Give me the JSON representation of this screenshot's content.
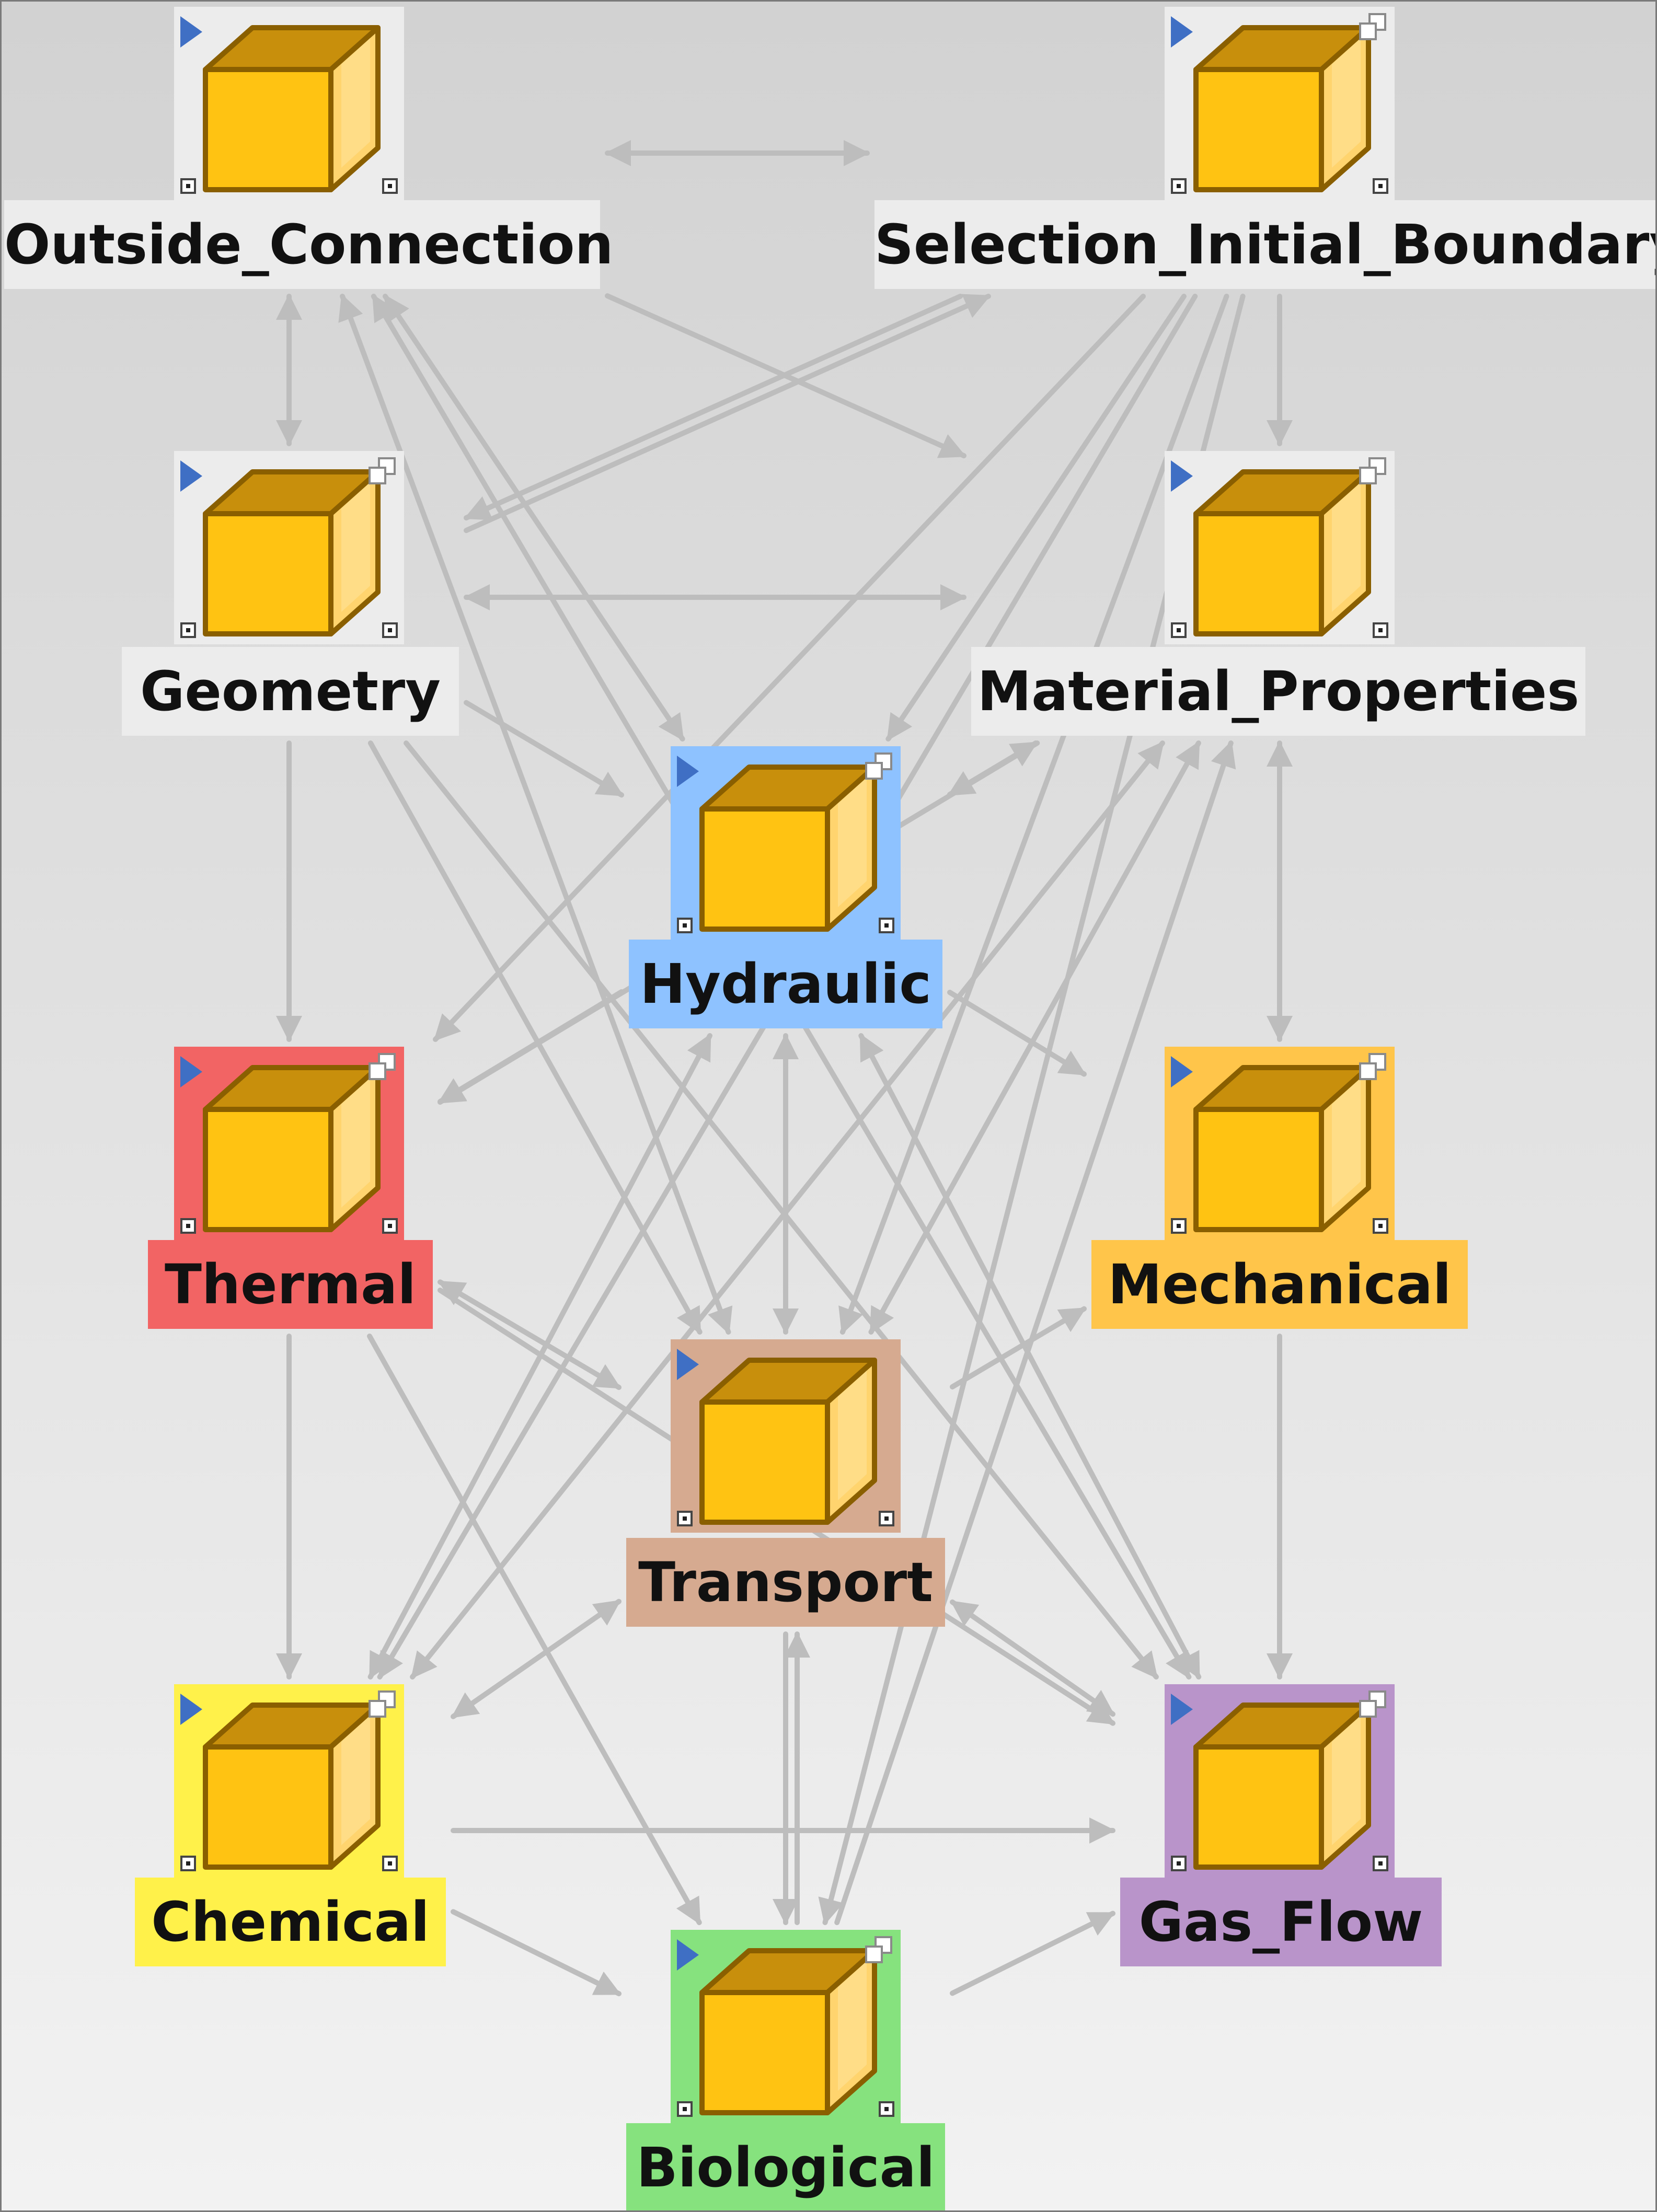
{
  "nodes": [
    {
      "id": "outside",
      "label": "Outside_Connection",
      "fill": "#ececec",
      "stack": false
    },
    {
      "id": "selection",
      "label": "Selection_Initial_Boundary",
      "fill": "#ececec",
      "stack": true
    },
    {
      "id": "geometry",
      "label": "Geometry",
      "fill": "#ececec",
      "stack": true
    },
    {
      "id": "material",
      "label": "Material_Properties",
      "fill": "#ececec",
      "stack": true
    },
    {
      "id": "hydraulic",
      "label": "Hydraulic",
      "fill": "#8ec2ff",
      "stack": true
    },
    {
      "id": "thermal",
      "label": "Thermal",
      "fill": "#f26464",
      "stack": true
    },
    {
      "id": "mechanical",
      "label": "Mechanical",
      "fill": "#ffc54a",
      "stack": true
    },
    {
      "id": "transport",
      "label": "Transport",
      "fill": "#d6aa90",
      "stack": false
    },
    {
      "id": "chemical",
      "label": "Chemical",
      "fill": "#fff14a",
      "stack": true
    },
    {
      "id": "gasflow",
      "label": "Gas_Flow",
      "fill": "#b994ca",
      "stack": true
    },
    {
      "id": "biological",
      "label": "Biological",
      "fill": "#86e27e",
      "stack": true
    }
  ],
  "edges": [
    {
      "from": "outside",
      "to": "selection",
      "bidirectional": true
    },
    {
      "from": "outside",
      "to": "geometry",
      "bidirectional": true
    },
    {
      "from": "outside",
      "to": "material",
      "bidirectional": false
    },
    {
      "from": "outside",
      "to": "hydraulic",
      "bidirectional": true
    },
    {
      "from": "outside",
      "to": "transport",
      "bidirectional": true
    },
    {
      "from": "outside",
      "to": "gasflow",
      "bidirectional": true
    },
    {
      "from": "selection",
      "to": "material",
      "bidirectional": false
    },
    {
      "from": "selection",
      "to": "geometry",
      "bidirectional": false
    },
    {
      "from": "selection",
      "to": "hydraulic",
      "bidirectional": false
    },
    {
      "from": "selection",
      "to": "thermal",
      "bidirectional": false
    },
    {
      "from": "selection",
      "to": "transport",
      "bidirectional": false
    },
    {
      "from": "selection",
      "to": "chemical",
      "bidirectional": false
    },
    {
      "from": "selection",
      "to": "biological",
      "bidirectional": false
    },
    {
      "from": "geometry",
      "to": "selection",
      "bidirectional": false
    },
    {
      "from": "geometry",
      "to": "material",
      "bidirectional": true
    },
    {
      "from": "geometry",
      "to": "thermal",
      "bidirectional": false
    },
    {
      "from": "geometry",
      "to": "hydraulic",
      "bidirectional": false
    },
    {
      "from": "geometry",
      "to": "transport",
      "bidirectional": false
    },
    {
      "from": "geometry",
      "to": "gasflow",
      "bidirectional": false
    },
    {
      "from": "material",
      "to": "mechanical",
      "bidirectional": true
    },
    {
      "from": "material",
      "to": "hydraulic",
      "bidirectional": true
    },
    {
      "from": "material",
      "to": "thermal",
      "bidirectional": false
    },
    {
      "from": "material",
      "to": "chemical",
      "bidirectional": true
    },
    {
      "from": "material",
      "to": "transport",
      "bidirectional": true
    },
    {
      "from": "hydraulic",
      "to": "thermal",
      "bidirectional": false
    },
    {
      "from": "hydraulic",
      "to": "transport",
      "bidirectional": true
    },
    {
      "from": "hydraulic",
      "to": "mechanical",
      "bidirectional": false
    },
    {
      "from": "hydraulic",
      "to": "chemical",
      "bidirectional": true
    },
    {
      "from": "hydraulic",
      "to": "gasflow",
      "bidirectional": true
    },
    {
      "from": "thermal",
      "to": "transport",
      "bidirectional": true
    },
    {
      "from": "thermal",
      "to": "chemical",
      "bidirectional": false
    },
    {
      "from": "thermal",
      "to": "gasflow",
      "bidirectional": false
    },
    {
      "from": "thermal",
      "to": "biological",
      "bidirectional": false
    },
    {
      "from": "transport",
      "to": "mechanical",
      "bidirectional": false
    },
    {
      "from": "transport",
      "to": "chemical",
      "bidirectional": true
    },
    {
      "from": "transport",
      "to": "gasflow",
      "bidirectional": true
    },
    {
      "from": "transport",
      "to": "biological",
      "bidirectional": false
    },
    {
      "from": "mechanical",
      "to": "gasflow",
      "bidirectional": false
    },
    {
      "from": "chemical",
      "to": "gasflow",
      "bidirectional": false
    },
    {
      "from": "chemical",
      "to": "biological",
      "bidirectional": false
    },
    {
      "from": "biological",
      "to": "transport",
      "bidirectional": false
    },
    {
      "from": "biological",
      "to": "gasflow",
      "bidirectional": false
    },
    {
      "from": "biological",
      "to": "material",
      "bidirectional": false
    }
  ]
}
